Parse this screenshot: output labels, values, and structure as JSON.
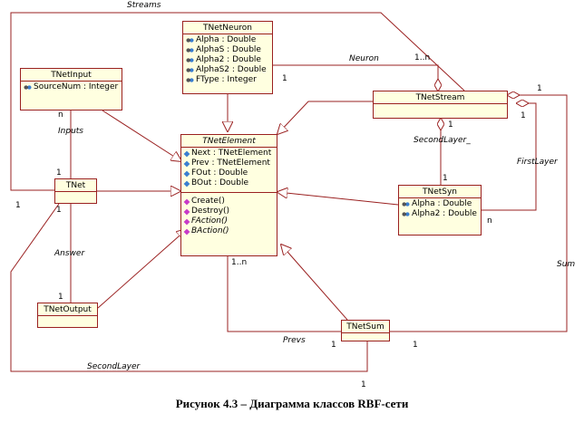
{
  "classes": {
    "tnetneuron": {
      "name": "TNetNeuron",
      "attributes": [
        "Alpha : Double",
        "AlphaS : Double",
        "Alpha2 : Double",
        "AlphaS2 : Double",
        "FType : Integer"
      ]
    },
    "tnetinput": {
      "name": "TNetInput",
      "attributes": [
        "SourceNum : Integer"
      ]
    },
    "tnetelement": {
      "name": "TNetElement",
      "attributes": [
        "Next : TNetElement",
        "Prev : TNetElement",
        "FOut : Double",
        "BOut : Double"
      ],
      "operations": [
        "Create()",
        "Destroy()",
        "FAction()",
        "BAction()"
      ]
    },
    "tnetstream": {
      "name": "TNetStream"
    },
    "tnet": {
      "name": "TNet"
    },
    "tnetsyn": {
      "name": "TNetSyn",
      "attributes": [
        "Alpha : Double",
        "Alpha2 : Double"
      ]
    },
    "tnetoutput": {
      "name": "TNetOutput"
    },
    "tnetsum": {
      "name": "TNetSum"
    }
  },
  "roles": {
    "streams": "Streams",
    "neuron": "Neuron",
    "inputs": "Inputs",
    "secondlayer_": "SecondLayer_",
    "firstlayer": "FirstLayer",
    "answer": "Answer",
    "sum": "Sum",
    "prevs": "Prevs",
    "secondlayer": "SecondLayer"
  },
  "multiplicities": {
    "one": "1",
    "n": "n",
    "one_n": "1..n"
  },
  "caption": "Рисунок 4.3 – Диаграмма классов RBF-сети",
  "colors": {
    "line": "#9a2020",
    "box_fill": "#ffffe0",
    "box_border": "#9a2020"
  }
}
